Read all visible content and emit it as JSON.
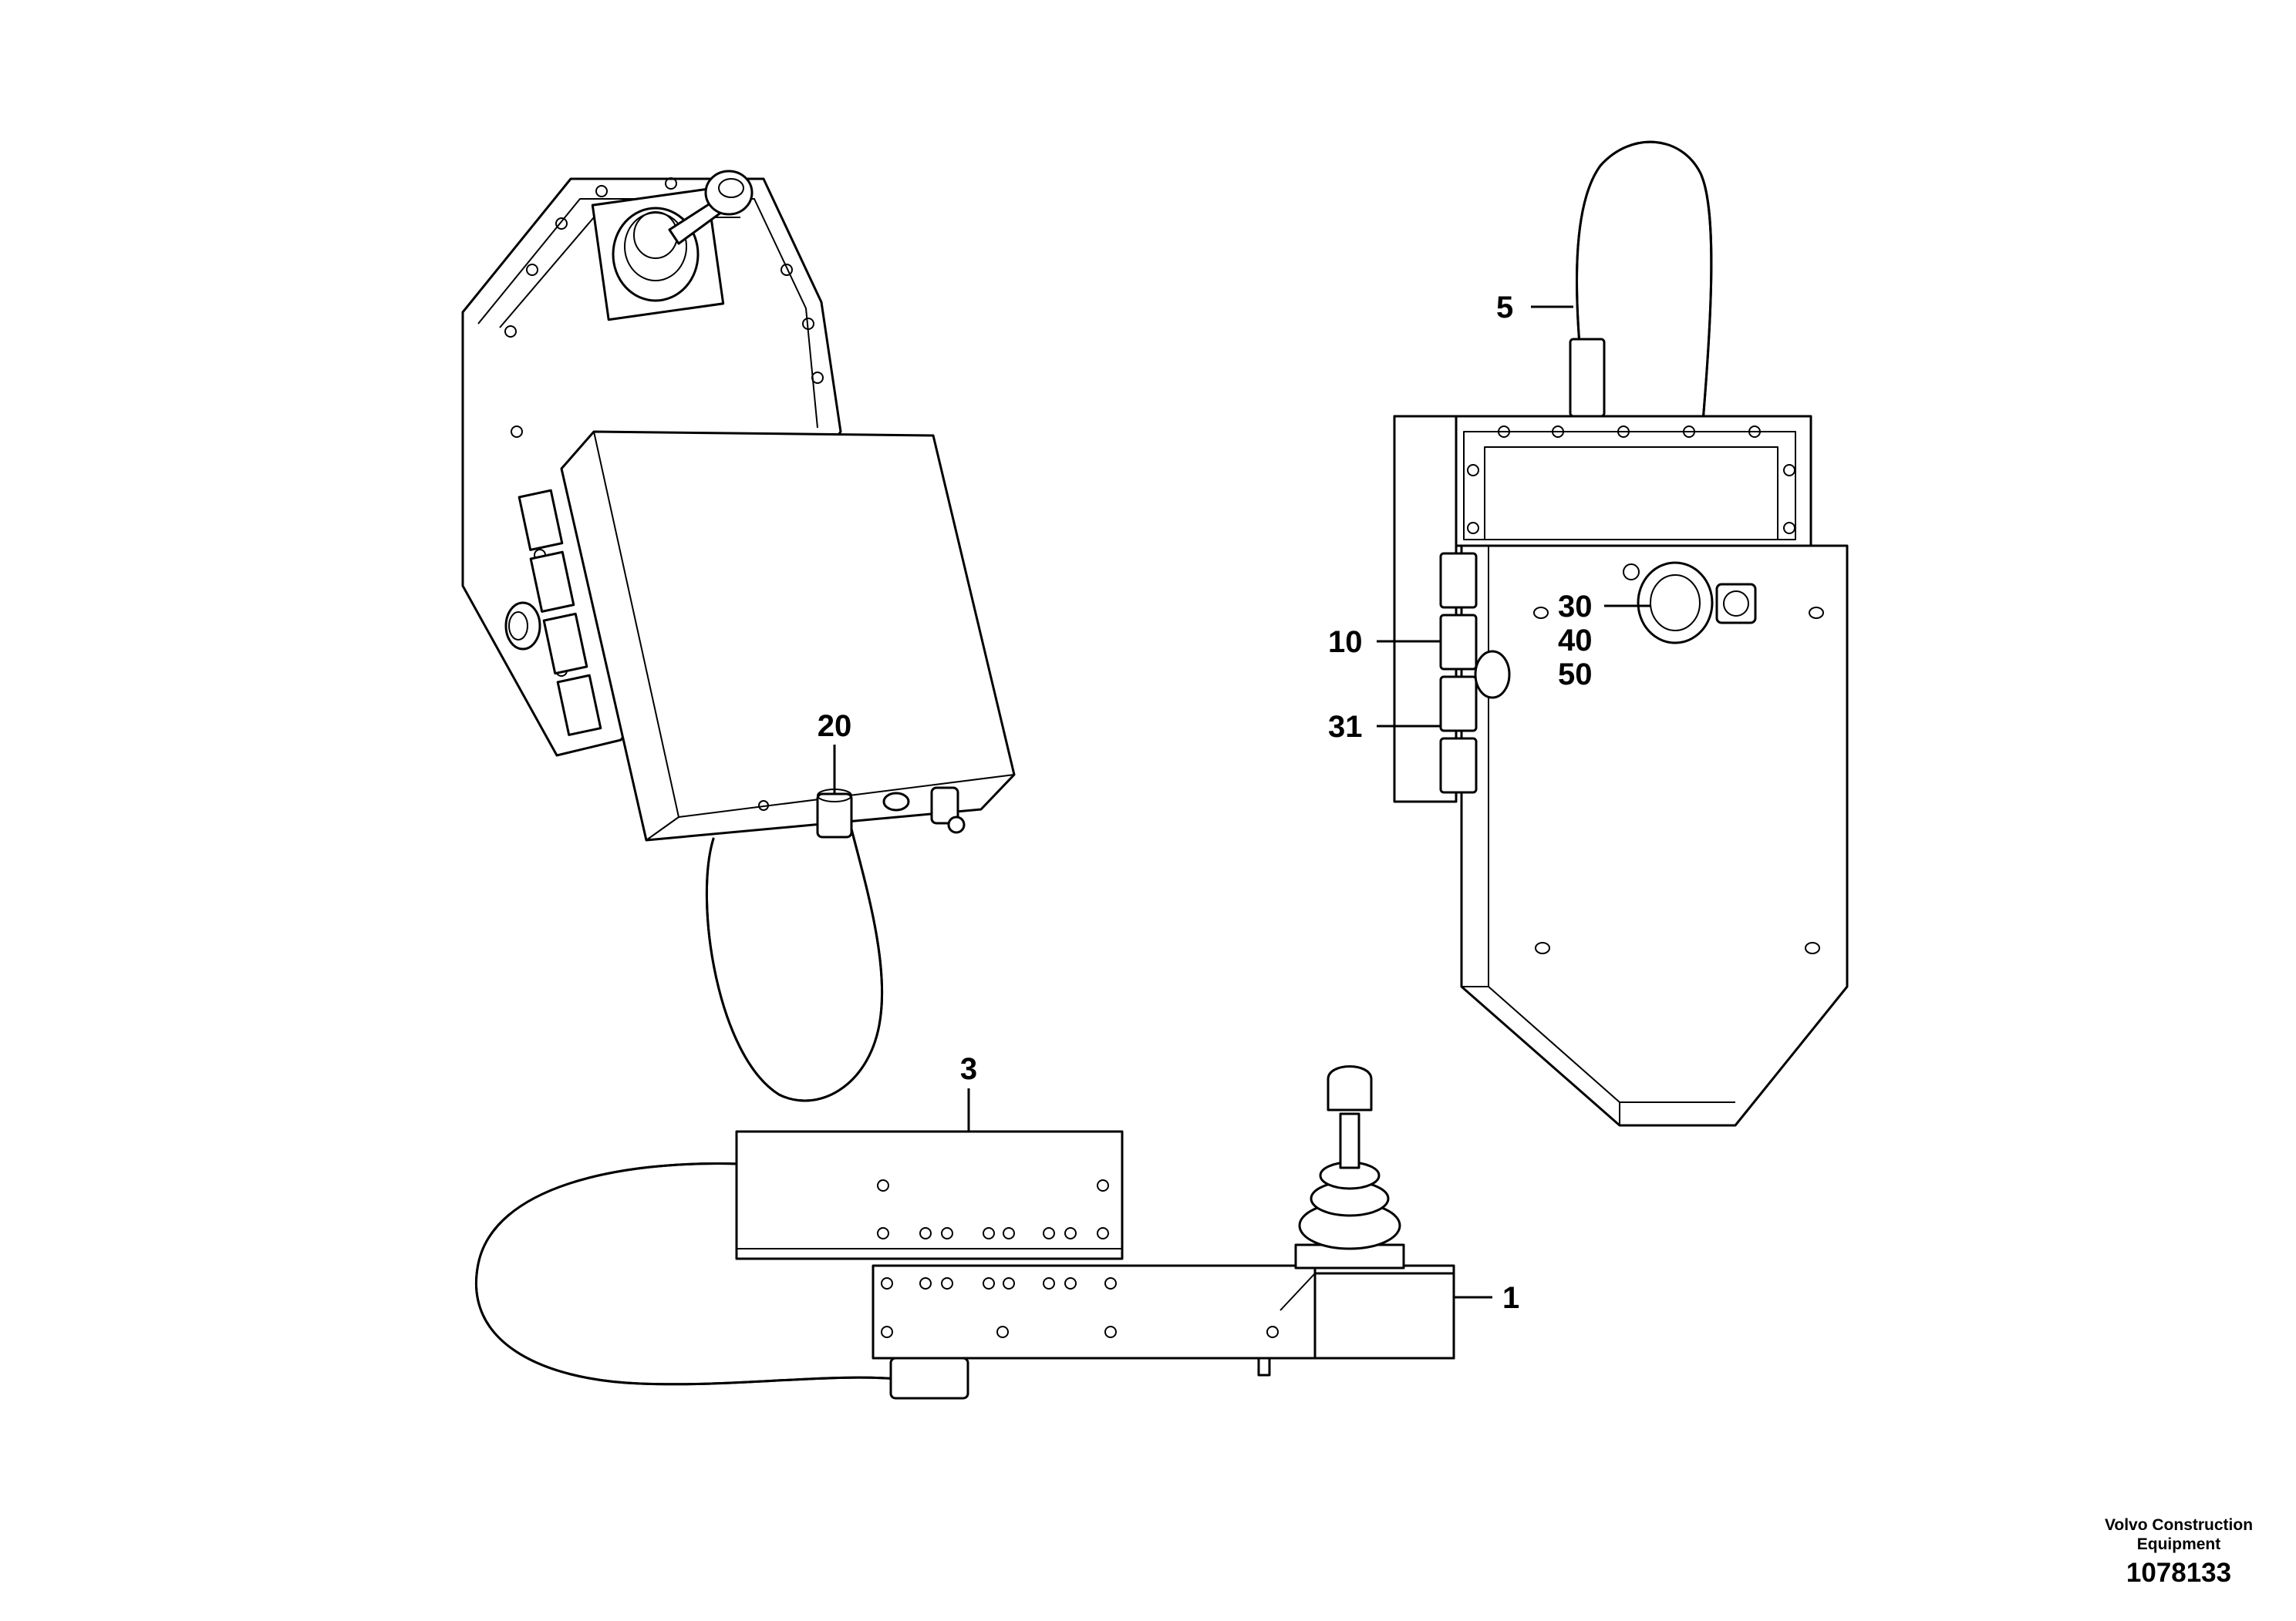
{
  "callouts": {
    "c1": "1",
    "c3": "3",
    "c5": "5",
    "c10": "10",
    "c20": "20",
    "c30": "30",
    "c31": "31",
    "c40": "40",
    "c50": "50"
  },
  "footer": {
    "company_line1": "Volvo Construction",
    "company_line2": "Equipment",
    "drawing_number": "1078133"
  },
  "colors": {
    "line": "#000000",
    "background": "#ffffff"
  }
}
